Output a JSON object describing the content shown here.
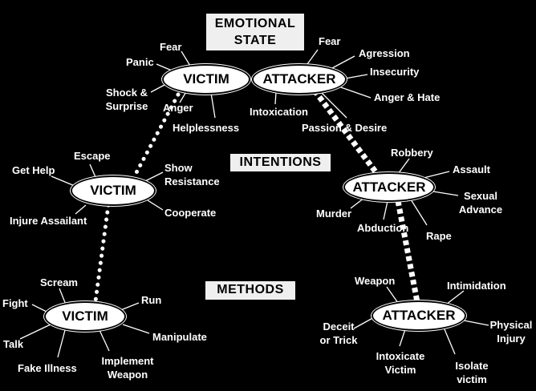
{
  "headers": {
    "emotional_state": [
      "EMOTIONAL",
      "STATE"
    ],
    "intentions": "INTENTIONS",
    "methods": "METHODS"
  },
  "nodes": {
    "victim": "VICTIM",
    "attacker": "ATTACKER"
  },
  "emotional_state": {
    "victim": [
      "Fear",
      "Panic",
      "Shock &",
      "Surprise",
      "Anger",
      "Helplessness"
    ],
    "attacker": [
      "Fear",
      "Agression",
      "Insecurity",
      "Anger & Hate",
      "Intoxication",
      "Passion & Desire"
    ]
  },
  "intentions": {
    "victim": [
      "Escape",
      "Get Help",
      "Show",
      "Resistance",
      "Cooperate",
      "Injure Assailant"
    ],
    "attacker": [
      "Robbery",
      "Assault",
      "Sexual",
      "Advance",
      "Murder",
      "Abduction",
      "Rape"
    ]
  },
  "methods": {
    "victim": [
      "Scream",
      "Fight",
      "Run",
      "Talk",
      "Manipulate",
      "Fake Illness",
      "Implement",
      "Weapon"
    ],
    "attacker": [
      "Weapon",
      "Intimidation",
      "Deceit",
      "or Trick",
      "Physical",
      "Injury",
      "Intoxicate",
      "Victim",
      "Isolate",
      "victim"
    ]
  },
  "colors": {
    "background": "#000000",
    "text": "#ffffff",
    "node_fill": "#ffffff",
    "header_fill": "#efefef"
  }
}
